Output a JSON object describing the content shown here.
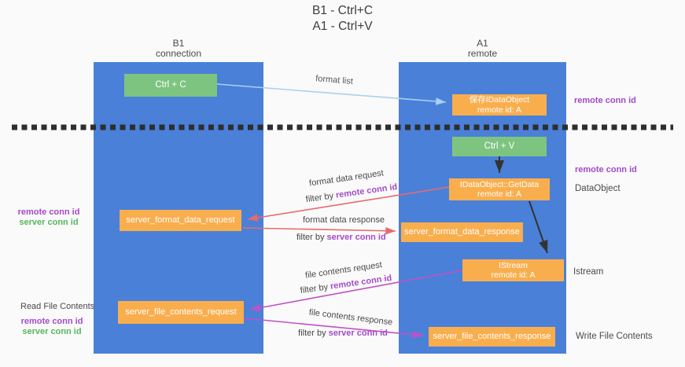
{
  "title": {
    "line1": "B1 - Ctrl+C",
    "line2": "A1 - Ctrl+V"
  },
  "columns": {
    "left": {
      "name": "B1",
      "role": "connection"
    },
    "right": {
      "name": "A1",
      "role": "remote"
    }
  },
  "nodes": {
    "ctrl_c": "Ctrl + C",
    "ctrl_v": "Ctrl + V",
    "save_dataobject_line1": "保存IDataObject",
    "save_dataobject_line2": "remote id: A",
    "getdata_line1": "IDataObject::GetData",
    "getdata_line2": "remote id: A",
    "istream_line1": "IStream",
    "istream_line2": "remote id: A",
    "server_format_data_request": "server_format_data_request",
    "server_format_data_response": "server_format_data_response",
    "server_file_contents_request": "server_file_contents_request",
    "server_file_contents_response": "server_file_contents_response"
  },
  "labels": {
    "format_list": "format list",
    "format_data_request": "format data request",
    "format_data_response": "format data response",
    "file_contents_request": "file contents request",
    "file_contents_response": "file contents response",
    "filter_by": "filter by ",
    "remote_conn_id": "remote conn id",
    "server_conn_id": "server conn id",
    "read_file_contents": "Read File Contents",
    "write_file_contents": "Write File Contents",
    "dataobject": "DataObject",
    "istream": "Istream"
  },
  "colors": {
    "column_blue": "#4a80d8",
    "box_green": "#7ec481",
    "box_orange": "#f9ae4e",
    "arrow_red": "#e76a6e",
    "arrow_magenta": "#c151c5",
    "arrow_lightblue": "#a9d0ef",
    "arrow_black": "#333333",
    "text_purple": "#a44bc8",
    "text_green": "#56b75c"
  }
}
